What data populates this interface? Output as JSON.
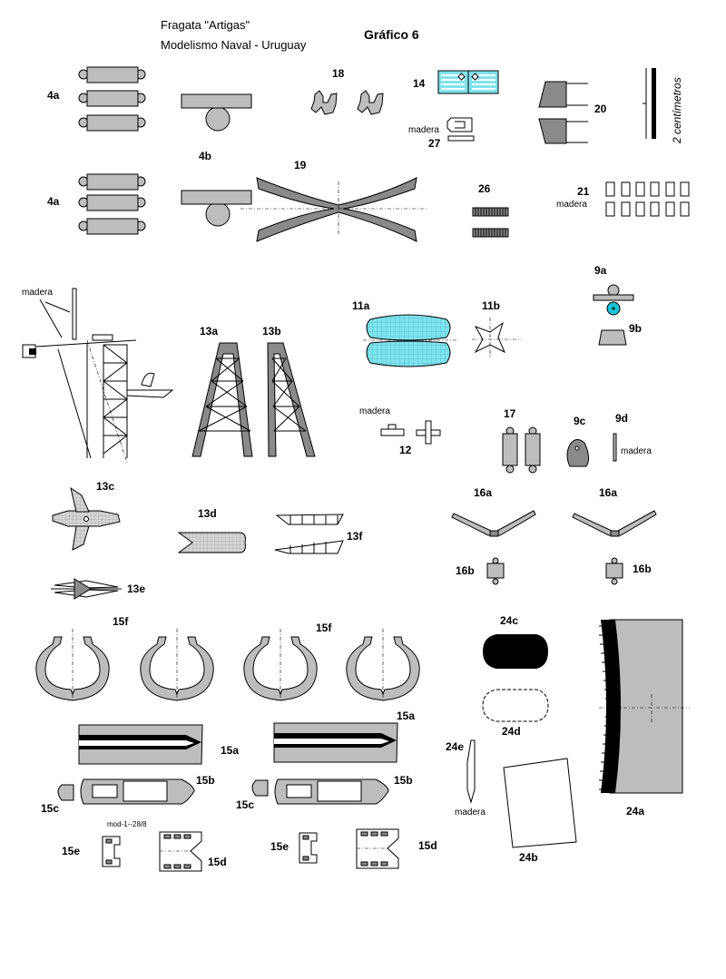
{
  "header": {
    "model_name": "Fragata \"Artigas\"",
    "club": "Modelismo Naval - Uruguay",
    "sheet_title": "Gráfico 6"
  },
  "scale": {
    "label": "2 centímetros"
  },
  "notes": {
    "wood": "madera",
    "code": "mod-1--28/8"
  },
  "colors": {
    "part_fill": "#bdbdbd",
    "dark_fill": "#8a8a8a",
    "glass": "#7fe3ee",
    "accent_cyan": "#19c3d6",
    "black": "#000000"
  },
  "parts": {
    "p4a": "4a",
    "p4b": "4b",
    "p9a": "9a",
    "p9b": "9b",
    "p9c": "9c",
    "p9d": "9d",
    "p11a": "11a",
    "p11b": "11b",
    "p12": "12",
    "p13a": "13a",
    "p13b": "13b",
    "p13c": "13c",
    "p13d": "13d",
    "p13e": "13e",
    "p13f": "13f",
    "p14": "14",
    "p15a": "15a",
    "p15b": "15b",
    "p15c": "15c",
    "p15d": "15d",
    "p15e": "15e",
    "p15f": "15f",
    "p16a": "16a",
    "p16b": "16b",
    "p17": "17",
    "p18": "18",
    "p19": "19",
    "p20": "20",
    "p21": "21",
    "p24a": "24a",
    "p24b": "24b",
    "p24c": "24c",
    "p24d": "24d",
    "p24e": "24e",
    "p26": "26",
    "p27": "27"
  }
}
